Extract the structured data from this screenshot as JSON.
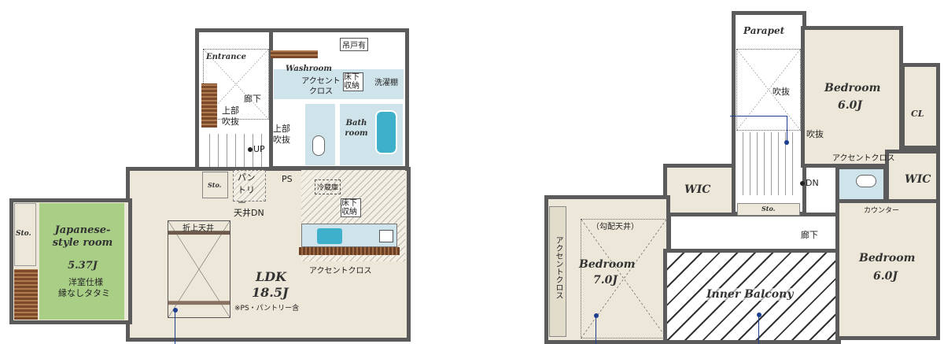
{
  "floor1": {
    "entrance": "Entrance",
    "washroom": "Washroom",
    "bathroom": "Bath room",
    "accent_cross_wash": "アクセント クロス",
    "hanging_cabinet": "吊戸有",
    "underfloor_storage_1": "床下収納",
    "laundry_shelf": "洗濯棚",
    "hallway": "廊下",
    "void_upper_1": "上部吹抜",
    "void_upper_2": "上部吹抜",
    "up": "UP",
    "storage": "Sto.",
    "pantry": "パントリー",
    "ps": "PS",
    "fridge": "冷蔵庫",
    "underfloor_storage_2": "床下収納",
    "ceiling_dn": "天井DN",
    "japanese_room": "Japanese-style room",
    "japanese_size": "5.37J",
    "japanese_note1": "洋室仕様",
    "japanese_note2": "縁なしタタミ",
    "storage_jp": "Sto.",
    "folded_ceiling": "折上天井",
    "ldk": "LDK",
    "ldk_size": "18.5J",
    "ldk_note": "※PS・パントリー含",
    "accent_cross_kitchen": "アクセントクロス"
  },
  "floor2": {
    "parapet": "Parapet",
    "void_1": "吹抜",
    "void_2": "吹抜",
    "bedroom_top": "Bedroom",
    "bedroom_top_size": "6.0J",
    "closet": "CL",
    "accent_cross_top": "アクセントクロス",
    "dn": "DN",
    "wic_left": "WIC",
    "wic_right": "WIC",
    "counter": "カウンター",
    "storage": "Sto.",
    "hallway": "廊下",
    "sloped_ceiling": "（勾配天井）",
    "accent_cross_left": "アクセントクロス",
    "bedroom_left": "Bedroom",
    "bedroom_left_size": "7.0J",
    "inner_balcony": "Inner Balcony",
    "bedroom_right": "Bedroom",
    "bedroom_right_size": "6.0J"
  }
}
